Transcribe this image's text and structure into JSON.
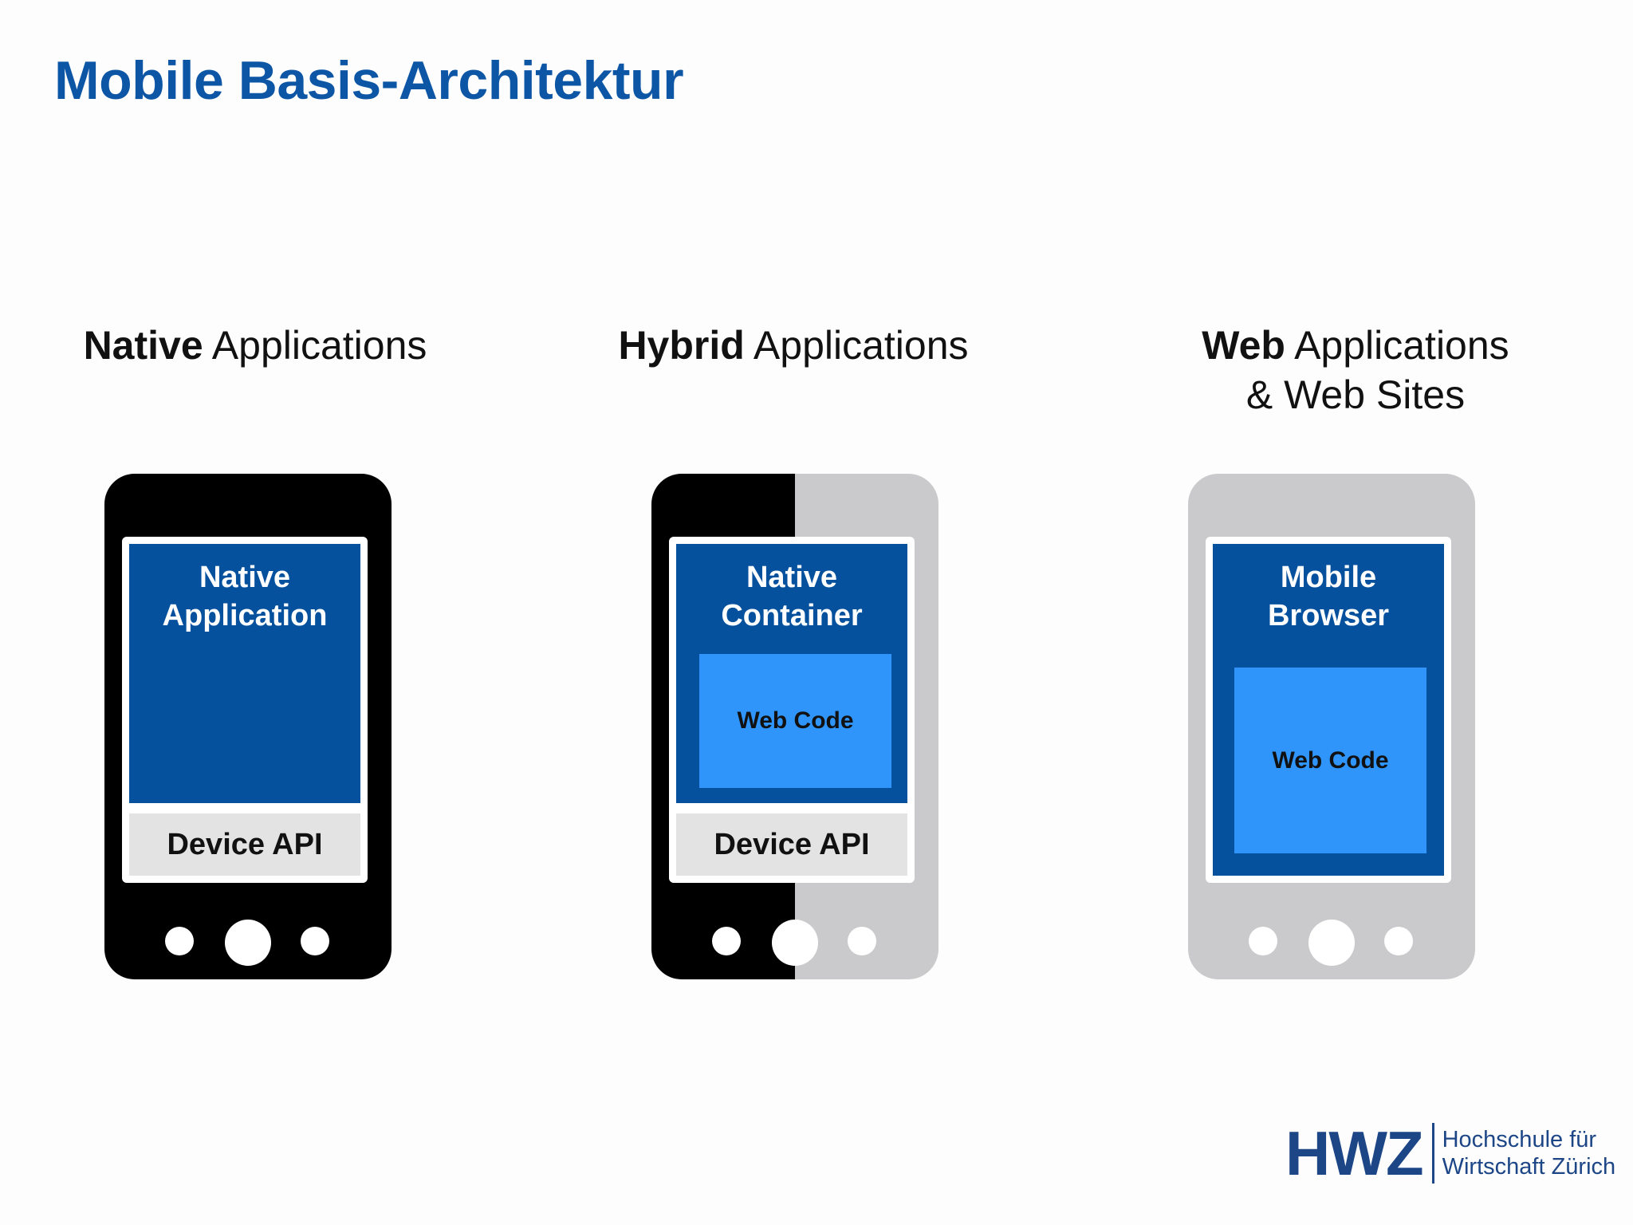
{
  "slide": {
    "title": "Mobile Basis-Architektur"
  },
  "columns": [
    {
      "heading_bold": "Native",
      "heading_rest": " Applications",
      "heading_line2": "",
      "app_label_line1": "Native",
      "app_label_line2": "Application",
      "device_api": "Device API",
      "web_code": ""
    },
    {
      "heading_bold": "Hybrid",
      "heading_rest": " Applications",
      "heading_line2": "",
      "app_label_line1": "Native",
      "app_label_line2": "Container",
      "device_api": "Device API",
      "web_code": "Web Code"
    },
    {
      "heading_bold": "Web",
      "heading_rest": " Applications",
      "heading_line2": "& Web Sites",
      "app_label_line1": "Mobile",
      "app_label_line2": "Browser",
      "device_api": "",
      "web_code": "Web Code"
    }
  ],
  "logo": {
    "mark": "HWZ",
    "line1": "Hochschule für",
    "line2": "Wirtschaft Zürich"
  },
  "colors": {
    "title": "#0d56a6",
    "native_phone": "#000000",
    "web_phone": "#cacacc",
    "app_area": "#05519e",
    "web_code": "#2f95fb",
    "device_api": "#e3e3e4"
  }
}
